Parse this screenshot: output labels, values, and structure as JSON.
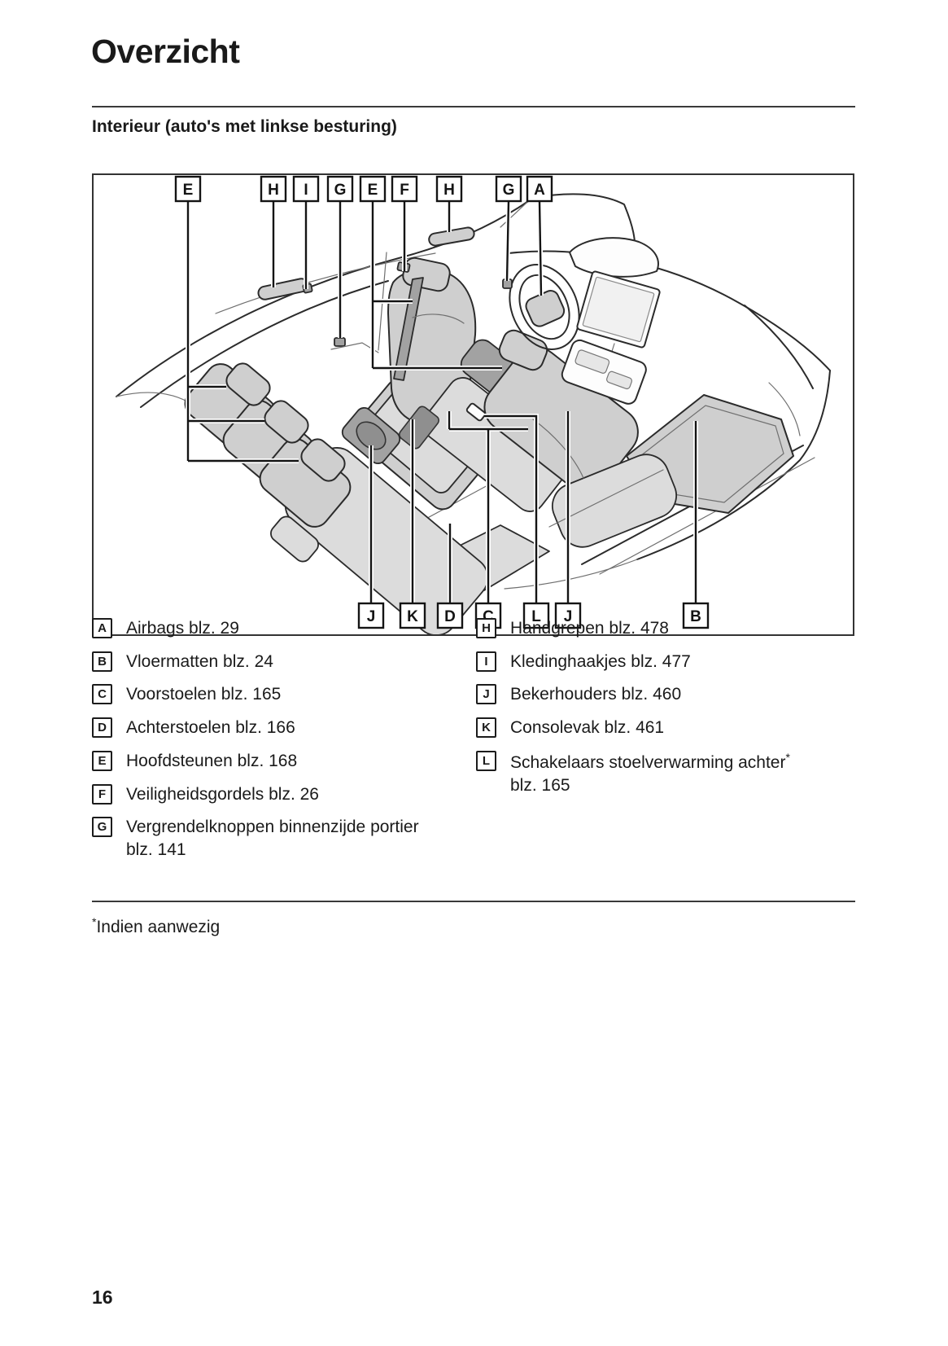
{
  "page": {
    "title": "Overzicht",
    "section_heading": "Interieur (auto's met linkse besturing)",
    "page_number": "16"
  },
  "footnote": {
    "sup": "*",
    "text": "Indien aanwezig"
  },
  "diagram": {
    "description": "line-art-of-car-interior-left-hand-drive",
    "top_labels": [
      {
        "letter": "E"
      },
      {
        "letter": "H"
      },
      {
        "letter": "I"
      },
      {
        "letter": "G"
      },
      {
        "letter": "E"
      },
      {
        "letter": "F"
      },
      {
        "letter": "H"
      },
      {
        "letter": "G"
      },
      {
        "letter": "A"
      }
    ],
    "bottom_labels": [
      {
        "letter": "J"
      },
      {
        "letter": "K"
      },
      {
        "letter": "D"
      },
      {
        "letter": "C"
      },
      {
        "letter": "L"
      },
      {
        "letter": "J"
      },
      {
        "letter": "B"
      }
    ],
    "colors": {
      "line": "#2b2b2b",
      "seat_fill": "#cfcfcf",
      "dark_fill": "#a2a2a2"
    }
  },
  "legend": {
    "left": [
      {
        "letter": "A",
        "label": "Airbags blz. 29"
      },
      {
        "letter": "B",
        "label": "Vloermatten blz. 24"
      },
      {
        "letter": "C",
        "label": "Voorstoelen blz. 165"
      },
      {
        "letter": "D",
        "label": "Achterstoelen blz. 166"
      },
      {
        "letter": "E",
        "label": "Hoofdsteunen blz. 168"
      },
      {
        "letter": "F",
        "label": "Veiligheidsgordels blz. 26"
      },
      {
        "letter": "G",
        "label": "Vergrendelknoppen binnenzijde portier blz. 141"
      }
    ],
    "right": [
      {
        "letter": "H",
        "label": "Handgrepen blz. 478"
      },
      {
        "letter": "I",
        "label": "Kledinghaakjes blz. 477"
      },
      {
        "letter": "J",
        "label": "Bekerhouders blz. 460"
      },
      {
        "letter": "K",
        "label": "Consolevak blz. 461"
      },
      {
        "letter": "L",
        "label": "Schakelaars stoelverwarming achter",
        "sup": "*",
        "line2": "blz. 165"
      }
    ]
  }
}
